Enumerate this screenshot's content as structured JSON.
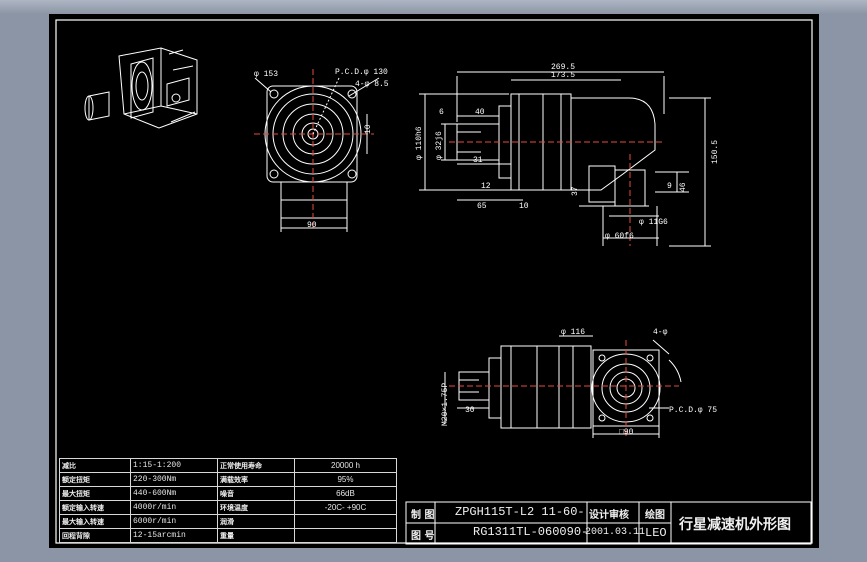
{
  "dimensions": {
    "front_view": {
      "pcd": "P.C.D.φ 130",
      "holes": "4-φ 8.5",
      "flange_dia": "φ 153",
      "offset": "10",
      "width": "90"
    },
    "side_view": {
      "overall": "269.5",
      "body": "173.5",
      "d1": "φ 110h6",
      "d2": "φ 32j6",
      "shaft_len": "40",
      "key": "6",
      "len31": "31",
      "step12": "12",
      "len65": "65",
      "len10": "10",
      "height": "150.5",
      "h37": "37",
      "h9": "9",
      "h46": "46",
      "out_dia": "φ 11G6",
      "pcd_out": "φ 60f6"
    },
    "bottom_view": {
      "d116": "φ 116",
      "holes": "4-φ",
      "thread": "M20×1.75P",
      "len30": "30",
      "pcd": "P.C.D.φ 75",
      "square": "□90"
    }
  },
  "specs": [
    {
      "k1": "减比",
      "v1": "1:15-1:200",
      "k2": "正常使用寿命",
      "v2": "20000 h"
    },
    {
      "k1": "额定扭矩",
      "v1": "220-300Nm",
      "k2": "满载效率",
      "v2": "95%"
    },
    {
      "k1": "最大扭矩",
      "v1": "440-600Nm",
      "k2": "噪音",
      "v2": "66dB"
    },
    {
      "k1": "额定输入转速",
      "v1": "4000r/min",
      "k2": "环境温度",
      "v2": "-20C- +90C"
    },
    {
      "k1": "最大输入转速",
      "v1": "6000r/min",
      "k2": "润滑",
      "v2": ""
    },
    {
      "k1": "回程背隙",
      "v1": "12-15arcmin",
      "k2": "重量",
      "v2": ""
    }
  ],
  "title_block": {
    "lbl_draw": "制 图",
    "lbl_no": "图 号",
    "model": "ZPGH115T-L2 11-60-",
    "model_overlap": "设计审核",
    "part": "RG1311TL-060090-",
    "date": "2001.03.11",
    "lbl_draw2": "绘图",
    "name": "LEO",
    "title": "行星减速机外形图"
  },
  "colors": {
    "sheet": "#000000",
    "frame": "#8c95a5",
    "line": "#ffffff",
    "accent": "#e34b3b",
    "dim": "#d0d0d0"
  }
}
